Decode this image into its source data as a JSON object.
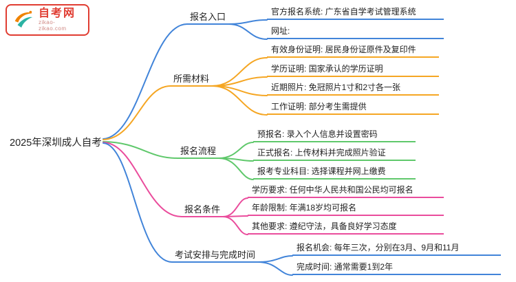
{
  "logo": {
    "name": "自考网",
    "domain": "zikao-zikao.com",
    "icon": "swoosh-bird-logo"
  },
  "root": {
    "label": "2025年深圳成人自考"
  },
  "colors": {
    "blue": "#4184D9",
    "orange": "#F5A623",
    "green": "#5FC86B",
    "pink": "#EA4C9C",
    "logo_red": "#E03C31"
  },
  "branches": [
    {
      "label": "报名入口",
      "color": "#4184D9",
      "children": [
        "官方报名系统: 广东省自学考试管理系统",
        "网址:"
      ]
    },
    {
      "label": "所需材料",
      "color": "#F5A623",
      "children": [
        "有效身份证明: 居民身份证原件及复印件",
        "学历证明: 国家承认的学历证明",
        "近期照片: 免冠照片1寸和2寸各一张",
        "工作证明: 部分考生需提供"
      ]
    },
    {
      "label": "报名流程",
      "color": "#5FC86B",
      "children": [
        "预报名: 录入个人信息并设置密码",
        "正式报名: 上传材料并完成照片验证",
        "报考专业科目: 选择课程并网上缴费"
      ]
    },
    {
      "label": "报名条件",
      "color": "#EA4C9C",
      "children": [
        "学历要求: 任何中华人民共和国公民均可报名",
        "年龄限制: 年满18岁均可报名",
        "其他要求: 遵纪守法，具备良好学习态度"
      ]
    },
    {
      "label": "考试安排与完成时间",
      "color": "#4184D9",
      "children": [
        "报名机会: 每年三次，分别在3月、9月和11月",
        "完成时间: 通常需要1到2年"
      ]
    }
  ]
}
